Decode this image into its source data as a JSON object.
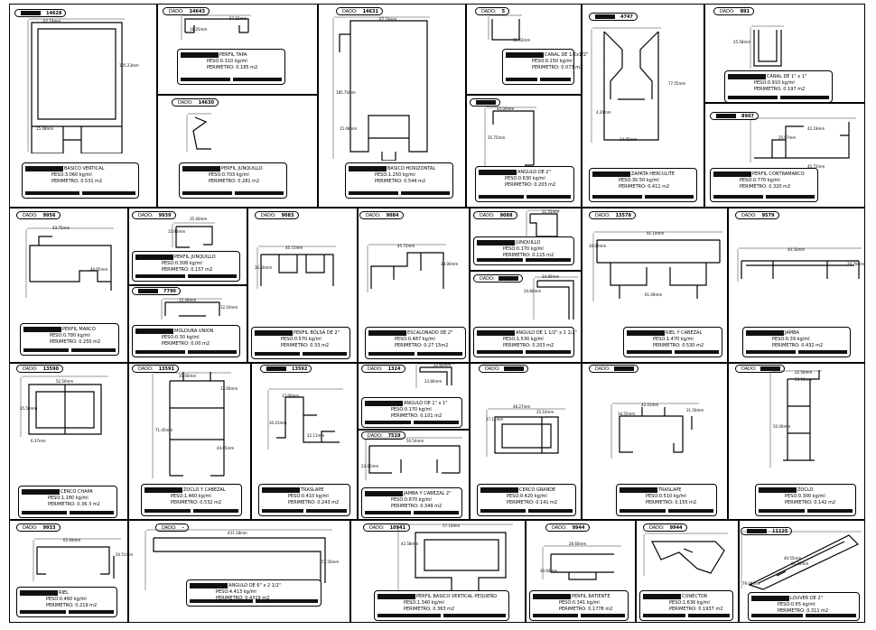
{
  "panels": [
    {
      "id": "basicovertical",
      "tag_value": "14628",
      "dims": [
        "67.19mm",
        "105.23mm",
        "15.48mm"
      ],
      "info": {
        "name": "BASICO VERTICAL",
        "l1": "PESO:3.060 kg/ml",
        "l2": "PERIMETRO: 0.531 m2"
      }
    },
    {
      "id": "tapa",
      "tag_label": "DADO:",
      "tag_value": "14643",
      "dims": [
        "57.15mm",
        "18.25mm"
      ],
      "info": {
        "name": "PERFIL TAPA",
        "l1": "PESO:0.310 kg/ml",
        "l2": "PERIMETRO: 0.185 m2"
      }
    },
    {
      "id": "junquillo1",
      "tag_label": "DADO:",
      "tag_value": "14630",
      "dims": [],
      "info": {
        "name": "PERFIL JUNQUILLO",
        "l1": "PESO:0.703 kg/ml",
        "l2": "PERIMETRO: 0.281 m2"
      }
    },
    {
      "id": "basicohorizontal",
      "tag_label": "DADO:",
      "tag_value": "14631",
      "dims": [
        "67.19mm",
        "185.70mm",
        "15.48mm"
      ],
      "info": {
        "name": "BASICO HORIZONTAL",
        "l1": "PESO:1.250 kg/ml",
        "l2": "PERIMETRO: 0.544 m2"
      }
    },
    {
      "id": "canal12",
      "tag_label": "DADO:",
      "tag_value": "5",
      "dims": [
        "11.43mm"
      ],
      "info": {
        "name": "CANAL DE 1/2x1/2\"",
        "l1": "PESO:0.150 kg/ml",
        "l2": "PERIMETRO: 0.073 m2"
      }
    },
    {
      "id": "angulo2",
      "tag_label": "",
      "tag_value": "",
      "dims": [
        "45.00mm",
        "35.75mm"
      ],
      "info": {
        "name": "ANGULO DE 2\"",
        "l1": "PESO:0.630 kg/ml",
        "l2": "PERIMETRO: 0.203 m2"
      }
    },
    {
      "id": "zapata",
      "tag_label": "",
      "tag_value": "4747",
      "dims": [
        "77.55mm",
        "14.05mm",
        "4.20mm"
      ],
      "info": {
        "name": "ZAPATA HERCULITE",
        "l1": "PESO:30.50 kg/ml",
        "l2": "PERIMETRO: 0.411 m2"
      }
    },
    {
      "id": "canal11",
      "tag_label": "DADO:",
      "tag_value": "891",
      "dims": [
        "25.58mm"
      ],
      "info": {
        "name": "CANAL DE 1\" x 1\"",
        "l1": "PESO:0.910 kg/ml",
        "l2": "PERIMETRO: 0.197 m2"
      }
    },
    {
      "id": "contramarco",
      "tag_label": "",
      "tag_value": "8907",
      "dims": [
        "45.72mm",
        "25.97mm",
        "42.19mm"
      ],
      "info": {
        "name": "PERFIL CONTRAMARCO",
        "l1": "PESO:0.770 kg/ml",
        "l2": "PERIMETRO: 0.320 m2"
      }
    },
    {
      "id": "marco",
      "tag_label": "DADO:",
      "tag_value": "9956",
      "dims": [
        "43.75mm",
        "44.05mm"
      ],
      "info": {
        "name": "PERFIL MARCO",
        "l1": "PESO:0.780 kg/ml",
        "l2": "PERIMETRO: 0.250 m2"
      }
    },
    {
      "id": "junquillo2",
      "tag_label": "DADO:",
      "tag_value": "9939",
      "dims": [
        "35.40mm",
        "15.93mm"
      ],
      "info": {
        "name": "PERFIL JUNQUILLO",
        "l1": "PESO:0.308 kg/ml",
        "l2": "PERIMETRO: 0.157 m2"
      }
    },
    {
      "id": "moldura",
      "tag_label": "",
      "tag_value": "7790",
      "dims": [
        "15.49mm",
        "12.10mm"
      ],
      "info": {
        "name": "MOLDURA UNION",
        "l1": "PESO:0.30 kg/ml",
        "l2": "PERIMETRO: 0.00 m2"
      }
    },
    {
      "id": "bolsa",
      "tag_label": "DADO:",
      "tag_value": "9083",
      "dims": [
        "45.72mm",
        "36.50mm"
      ],
      "info": {
        "name": "PERFIL BOLSA DE 2\"",
        "l1": "PESO:0.570 kg/ml",
        "l2": "PERIMETRO: 0.33 m2"
      }
    },
    {
      "id": "escalonado",
      "tag_label": "DADO:",
      "tag_value": "9084",
      "dims": [
        "45.72mm",
        "38.00mm"
      ],
      "info": {
        "name": "ESCALONADO DE 2\"",
        "l1": "PESO:0.487 kg/ml",
        "l2": "PERIMETRO: 0.27 15m2"
      }
    },
    {
      "id": "junquillo3",
      "tag_label": "DADO:",
      "tag_value": "9088",
      "dims": [
        "11.55mm"
      ],
      "info": {
        "name": "JUNQUILLO",
        "l1": "PESO:0.170 kg/ml",
        "l2": "PERIMETRO: 0.115 m2"
      }
    },
    {
      "id": "angulo112",
      "tag_label": "DADO:",
      "tag_value": "",
      "dims": [
        "34.80mm",
        "34.80mm"
      ],
      "info": {
        "name": "ANGULO DE 1 1/2\" x 1 1/2\"",
        "l1": "PESO:1.530 kg/ml",
        "l2": "PERIMETRO: 0.203 m2"
      }
    },
    {
      "id": "rielcabezal",
      "tag_label": "DADO:",
      "tag_value": "13578",
      "dims": [
        "91.14mm",
        "30.09mm",
        "61.09mm"
      ],
      "info": {
        "name": "RIEL Y CABEZAL",
        "l1": "PESO:1.470 kg/ml",
        "l2": "PERIMETRO: 0.530 m2"
      }
    },
    {
      "id": "jamba1",
      "tag_label": "DADO:",
      "tag_value": "9579",
      "dims": [
        "40.50mm",
        "20.70mm"
      ],
      "info": {
        "name": "JAMBA",
        "l1": "PESO:0.39 kg/ml",
        "l2": "PERIMETRO: 0.432 m2"
      }
    },
    {
      "id": "cercochapa",
      "tag_label": "DADO:",
      "tag_value": "13590",
      "dims": [
        "52.50mm",
        "35.50mm",
        "6.37mm"
      ],
      "info": {
        "name": "CERCO CHAPA",
        "l1": "PESO:1.180 kg/ml",
        "l2": "PERIMETRO: 0.36 3 m2"
      }
    },
    {
      "id": "zoclocabezal",
      "tag_label": "DADO:",
      "tag_value": "13591",
      "dims": [
        "35.00mm",
        "13.00mm",
        "71.45mm",
        "44.05mm"
      ],
      "info": {
        "name": "ZOCLO Y CABEZAL",
        "l1": "PESO:1.460 kg/ml",
        "l2": "PERIMETRO: 0.532 m2"
      }
    },
    {
      "id": "traslape1",
      "tag_label": "",
      "tag_value": "13592",
      "dims": [
        "12.60mm",
        "30.41mm",
        "22.11mm"
      ],
      "info": {
        "name": "TRASLAPE",
        "l1": "PESO:0.410 kg/ml",
        "l2": "PERIMETRO: 0.243 m2"
      }
    },
    {
      "id": "angulo11",
      "tag_label": "DADO:",
      "tag_value": "1324",
      "dims": [
        "22.60mm",
        "23.80mm"
      ],
      "info": {
        "name": "ANGULO DE 1\" x 1\"",
        "l1": "PESO:0.170 kg/ml",
        "l2": "PERIMETRO: 0.101 m2"
      }
    },
    {
      "id": "jambacabezal",
      "tag_label": "DADO:",
      "tag_value": "7519",
      "dims": [
        "50.54mm",
        "23.00mm"
      ],
      "info": {
        "name": "JAMBA Y CABEZAL 2\"",
        "l1": "PESO:0.670 kg/ml",
        "l2": "PERIMETRO: 0.349 m2"
      }
    },
    {
      "id": "cercogrande",
      "tag_label": "DADO:",
      "tag_value": "",
      "dims": [
        "48.27mm",
        "27.11mm",
        "25.10mm"
      ],
      "info": {
        "name": "CERCO GRANDE",
        "l1": "PESO:0.420 kg/ml",
        "l2": "PERIMETRO: 0.141 m2"
      }
    },
    {
      "id": "traslape2",
      "tag_label": "DADO:",
      "tag_value": "",
      "dims": [
        "42.41mm",
        "34.55mm",
        "31.50mm"
      ],
      "info": {
        "name": "TRASLAPE",
        "l1": "PESO:0.510 kg/ml",
        "l2": "PERIMETRO: 0.155 m2"
      }
    },
    {
      "id": "zoclo",
      "tag_label": "DADO:",
      "tag_value": "",
      "dims": [
        "22.56mm",
        "13.16mm",
        "50.00mm"
      ],
      "info": {
        "name": "ZOCLO",
        "l1": "PESO:0.300 kg/ml",
        "l2": "PERIMETRO: 0.142 m2"
      }
    },
    {
      "id": "riel",
      "tag_label": "DADO:",
      "tag_value": "9933",
      "dims": [
        "65.69mm",
        "20.51mm"
      ],
      "info": {
        "name": "RIEL",
        "l1": "PESO:0.460 kg/ml",
        "l2": "PERIMETRO: 0.219 m2"
      }
    },
    {
      "id": "angulo6",
      "tag_label": "DADO:",
      "tag_value": "-",
      "dims": [
        "431.18mm",
        "57.50mm"
      ],
      "info": {
        "name": "ANGULO DE 6\" x 2 1/2\"",
        "l1": "PESO:4.413 kg/ml",
        "l2": "PERIMETRO: 0.4319 m2"
      }
    },
    {
      "id": "basicovertpeq",
      "tag_label": "DADO:",
      "tag_value": "10941",
      "dims": [
        "57.14mm",
        "43.58mm"
      ],
      "info": {
        "name": "PERFIL BASICO VERTICAL PEQUEÑO",
        "l1": "PESO:1.340 kg/ml",
        "l2": "PERIMETRO: 0.363 m2"
      }
    },
    {
      "id": "batiente",
      "tag_label": "DADO:",
      "tag_value": "9944",
      "dims": [
        "26.60mm",
        "30.64mm"
      ],
      "info": {
        "name": "PERFIL BATIENTE",
        "l1": "PESO:0.341 kg/ml",
        "l2": "PERIMETRO: 0.1778 m2"
      }
    },
    {
      "id": "conector",
      "tag_label": "DADO:",
      "tag_value": "9944",
      "dims": [],
      "info": {
        "name": "CONECTOR",
        "l1": "PESO:1.636 kg/ml",
        "l2": "PERIMETRO: 0.1937 m2"
      }
    },
    {
      "id": "louver",
      "tag_label": "",
      "tag_value": "11125",
      "dims": [
        "40.55mm",
        "64.85mm",
        "79.48mm"
      ],
      "info": {
        "name": "LOUVER DE 2\"",
        "l1": "PESO:0.65 kg/ml",
        "l2": "PERIMETRO: 0.311 m2"
      }
    }
  ]
}
